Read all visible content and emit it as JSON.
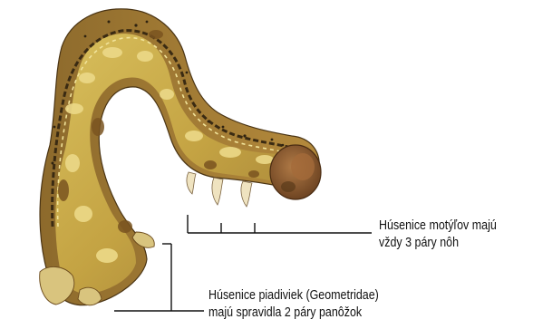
{
  "figure": {
    "annotations": [
      {
        "id": "true-legs",
        "lines": [
          "Húsenice motýľov majú",
          "vždy 3 páry nôh"
        ]
      },
      {
        "id": "prolegs",
        "lines": [
          "Húsenice piadiviek (Geometridae)",
          "majú spravidla 2 páry panôžok"
        ]
      }
    ],
    "colors": {
      "body_base": "#c8a94a",
      "body_light": "#e3cf72",
      "body_dark": "#6b4a1c",
      "stripe": "#3a2a12",
      "head": "#8a5a30",
      "leg": "#efe3c0",
      "pointer_line": "#111111"
    }
  }
}
